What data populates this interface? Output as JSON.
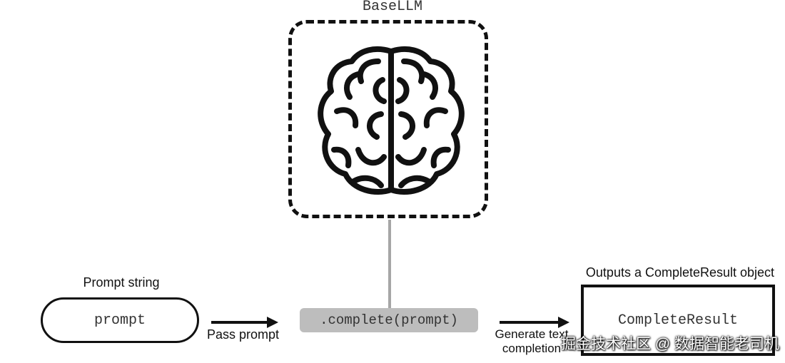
{
  "llm": {
    "title": "BaseLLM",
    "icon": "brain-icon"
  },
  "prompt": {
    "caption": "Prompt string",
    "value": "prompt"
  },
  "pass_label": "Pass prompt",
  "method_call": ".complete(prompt)",
  "generate_label": "Generate text completion",
  "output": {
    "caption": "Outputs a CompleteResult object",
    "value": "CompleteResult"
  },
  "watermark": "掘金技术社区 @ 数据智能老司机",
  "colors": {
    "line": "#111111",
    "connector": "#a6a6a6",
    "method_fill": "#bdbdbd"
  }
}
